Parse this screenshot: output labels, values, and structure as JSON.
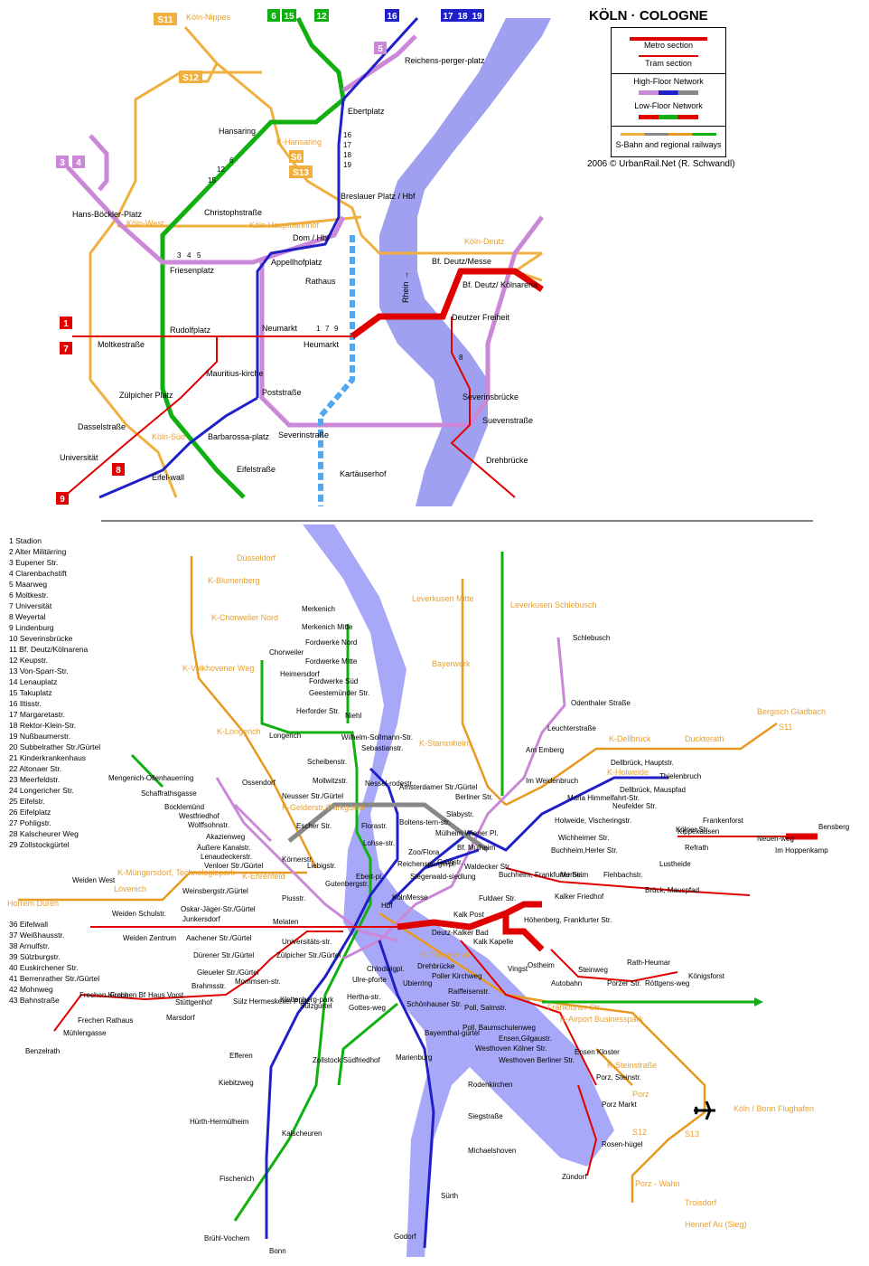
{
  "title": "KÖLN · COLOGNE",
  "legend": {
    "metro": "Metro section",
    "tram": "Tram section",
    "high_floor": "High-Floor Network",
    "low_floor": "Low-Floor Network",
    "sbahn": "S-Bahn and regional railways"
  },
  "copyright": "2006 © UrbanRail.Net (R. Schwandl)",
  "colors": {
    "high_floor_lilac": "#cc88d8",
    "high_floor_blue": "#2020c8",
    "high_floor_grey": "#888888",
    "low_floor_green": "#10b010",
    "metro_red": "#e00000",
    "sbahn_orange": "#f0b040",
    "rhine": "#a0a0f0",
    "dashed_blue": "#50a8f0"
  },
  "top_map": {
    "stations": [
      "Köln-Nippes",
      "Reichens-perger-platz",
      "Ebertplatz",
      "Hansaring",
      "K-Hansaring",
      "Christophstraße",
      "Breslauer Platz / Hbf",
      "Köln Hauptbahnhof",
      "Dom / Hbf",
      "Hans-Böckler-Platz",
      "Köln-West",
      "Friesenplatz",
      "Appellhofplatz",
      "Rathaus",
      "Köln-Deutz",
      "Bf. Deutz/Messe",
      "Bf. Deutz/ Kölnarena",
      "Rudolfplatz",
      "Neumarkt",
      "Heumarkt",
      "Moltkestraße",
      "Deutzer Freiheit",
      "Mauritius-kirche",
      "Poststraße",
      "Zülpicher Platz",
      "Severinsbrücke",
      "Dasselstraße",
      "Köln-Süd",
      "Barbarossa-platz",
      "Severinstraße",
      "Suevenstraße",
      "Universität",
      "Eifelstraße",
      "Kartäuserhof",
      "Drehbrücke",
      "Eifel-wall",
      "Rhein"
    ],
    "line_numbers": [
      "3",
      "4",
      "5",
      "6",
      "12",
      "15",
      "16",
      "17",
      "18",
      "19",
      "1",
      "7",
      "9",
      "8"
    ]
  },
  "badges_top": [
    {
      "t": "S11",
      "c": "#f0b040"
    },
    {
      "t": "6",
      "c": "#10b010"
    },
    {
      "t": "15",
      "c": "#10b010"
    },
    {
      "t": "12",
      "c": "#10b010"
    },
    {
      "t": "16",
      "c": "#2020c8"
    },
    {
      "t": "17",
      "c": "#2020c8"
    },
    {
      "t": "18",
      "c": "#2020c8"
    },
    {
      "t": "19",
      "c": "#2020c8"
    },
    {
      "t": "5",
      "c": "#cc88d8"
    },
    {
      "t": "S12",
      "c": "#f0b040"
    },
    {
      "t": "3",
      "c": "#cc88d8"
    },
    {
      "t": "4",
      "c": "#cc88d8"
    },
    {
      "t": "S6",
      "c": "#f0b040"
    },
    {
      "t": "S13",
      "c": "#f0b040"
    },
    {
      "t": "1",
      "c": "#e00000"
    },
    {
      "t": "7",
      "c": "#e00000"
    },
    {
      "t": "9",
      "c": "#e00000"
    },
    {
      "t": "8",
      "c": "#e00000"
    }
  ],
  "station_list": [
    "1 Stadion",
    "2 Alter Militärring",
    "3 Eupener Str.",
    "4 Clarenbachstift",
    "5 Maarweg",
    "6 Moltkestr.",
    "7 Universität",
    "8 Weyertal",
    "9 Lindenburg",
    "10 Severinsbrücke",
    "11 Bf. Deutz/Kölnarena",
    "12 Keupstr.",
    "13 Von-Sparr-Str.",
    "14 Lenauplatz",
    "15 Takuplatz",
    "16 Iltisstr.",
    "17 Margaretastr.",
    "18 Rektor-Klein-Str.",
    "19 Nußbaumerstr.",
    "20 Subbelrather Str./Gürtel",
    "21 Kinderkrankenhaus",
    "22 Altonaer Str.",
    "23 Meerfeldstr.",
    "24 Longericher Str.",
    "25 Eifelstr.",
    "26 Eifelplatz",
    "27 Pohligstr.",
    "28 Kalscheurer Weg",
    "29 Zollstockgürtel",
    "36 Eifelwall",
    "37 Weißhausstr.",
    "38 Arnulfstr.",
    "39 Sülzburgstr.",
    "40 Euskirchener Str.",
    "41 Berrenrather Str./Gürtel",
    "42 Mohnweg",
    "43 Bahnstraße"
  ],
  "bottom_map": {
    "stations": [
      "Düsseldorf",
      "K-Blumenberg",
      "K-Chorweiler Nord",
      "Chorweiler",
      "K-Volkhovener Weg",
      "Heimersdorf",
      "Merkenich",
      "Merkenich Mitte",
      "Fordwerke Nord",
      "Fordwerke Mitte",
      "Fordwerke Süd",
      "Geestemünder Str.",
      "Niehl",
      "Herforder Str.",
      "K-Longerich",
      "Longerich",
      "Wilhelm-Sollmann-Str.",
      "Leverkusen Mitte",
      "Leverkusen Schlebusch",
      "Schlebusch",
      "Bayerwerk",
      "K-Stammheim",
      "Odenthaler Straße",
      "Leuchterstraße",
      "Am Emberg",
      "Im Weidenbruch",
      "Bergisch Gladbach",
      "K-Dellbrück",
      "Duckterath",
      "Sebastianstr.",
      "Scheibenstr.",
      "Mollwitzstr.",
      "Nessel-rodestr.",
      "Amsterdamer Str./Gürtel",
      "Berliner Str.",
      "Slabystr.",
      "Mengenich-Ollenhauerring",
      "Schaffrathsgasse",
      "Ossendorf",
      "Bocklemünd",
      "Westfriedhof",
      "Wolffsohnstr.",
      "Akazienweg",
      "Äußere Kanalstr.",
      "Lenaudeckerstr.",
      "Venloer Str./Gürtel",
      "Neusser Str./Gürtel",
      "K-Gelderstr./Parkgürtel",
      "Escher Str.",
      "Liebigstr.",
      "Florastr.",
      "Lohse-str.",
      "Boltens-tern-str.",
      "Zoo/Flora",
      "Mülheim Wiener Pl.",
      "Bf. Mülheim",
      "Grünstr.",
      "Reichenspergerpl.",
      "Stegerwald-siedlung",
      "KölnMesse",
      "Dellbrück, Hauptstr.",
      "Thielenbruch",
      "K-Holweide",
      "Dellbrück, Mauspfad",
      "Maria Himmelfahrt-Str.",
      "Neufelder Str.",
      "Holweide, Vischeringstr.",
      "Wichheimer Str.",
      "Buchheim,Herler Str.",
      "Buchheim, Frankfurter Str.",
      "Waldecker Str.",
      "Fuldaer Str.",
      "Merheim",
      "Flehbachstr.",
      "Kalker Friedhof",
      "Brück, Mauspfad",
      "Frankenforst",
      "Kölner Str.",
      "Bensberg",
      "Kippekausen",
      "Neuen-weg",
      "Im Hoppenkamp",
      "Refrath",
      "Lustheide",
      "Höhenberg, Frankfurter Str.",
      "K-Müngersdorf, Technologiepark",
      "Lövenich",
      "Weiden West",
      "Horrem Düren",
      "Weiden Schulstr.",
      "Weiden Zentrum",
      "K-Ehrenfeld",
      "Weinsbergstr./Gürtel",
      "Körnerstr.",
      "Gutenbergstr.",
      "Ebert-pl.",
      "Piusstr.",
      "Oskar-Jäger-Str./Gürtel",
      "Junkersdorf",
      "Aachener Str./Gürtel",
      "Melaten",
      "Hbf",
      "Dürener Str./Gürtel",
      "Gleueler Str./Gürtel",
      "Zülpicher Str./Gürtel",
      "Universitäts-str.",
      "Kalk Post",
      "Deutz-Kalker Bad",
      "Kalk Kapelle",
      "Vingst",
      "Brahmsstr.",
      "Mommsen-str.",
      "Sülz Hermeskeiler Platz",
      "K-Trimbornstr.",
      "Drehbrücke",
      "Poller Kirchweg",
      "Chlodwigpl.",
      "Ubierring",
      "Ulre-pforte",
      "Hertha-str.",
      "Gottes-weg",
      "Ostheim",
      "Autobahn",
      "Steinweg",
      "Porzer Str.",
      "Rath-Heumar",
      "Röttgens-weg",
      "Königsforst",
      "Frechen Kirche",
      "Frechen Bf",
      "Frechen Rathaus",
      "Haus Vorst",
      "Stüttgenhof",
      "Marsdorf",
      "Mühlengasse",
      "Benzelrath",
      "Klettenberg-park",
      "Sülzgürtel",
      "Raiffeisenstr.",
      "Schönhauser Str.",
      "Poll, Salmstr.",
      "Poll, Baumschulenweg",
      "Frankfurter Str.",
      "K-Airport Businesspark",
      "Ensen,Gilgaustr.",
      "Westhoven Kölner Str.",
      "Westhoven Berliner Str.",
      "Ensen Kloster",
      "Bayernthal-gürtel",
      "Zollstock Südfriedhof",
      "Efferen",
      "Marienburg",
      "K-Steinstraße",
      "Porz, Steinstr.",
      "Porz",
      "Köln / Bonn Flughafen",
      "Kiebitzweg",
      "Rodenkirchen",
      "Porz Markt",
      "Hürth-Hermülheim",
      "Kalscheuren",
      "Siegstraße",
      "Rosen-hügel",
      "Michaelshoven",
      "Zündorf",
      "Fischenich",
      "Porz - Wahn",
      "Troisdorf",
      "Hennef Au (Sieg)",
      "Sürth",
      "Godorf",
      "Brühl-Vochem",
      "Bonn",
      "S11",
      "S13",
      "S12"
    ]
  }
}
